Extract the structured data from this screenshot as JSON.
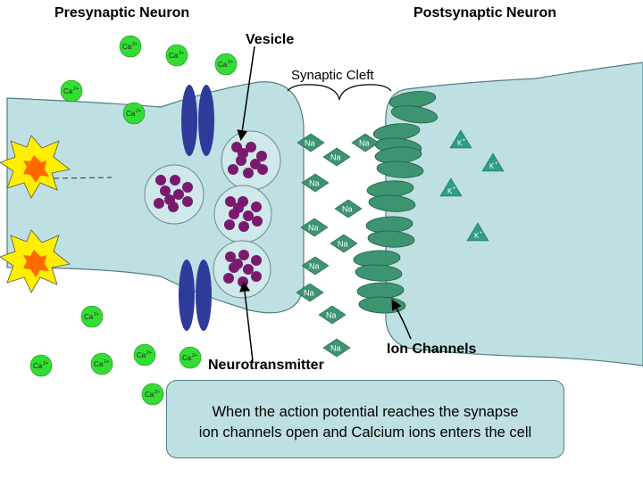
{
  "labels": {
    "presynaptic": "Presynaptic Neuron",
    "postsynaptic": "Postsynaptic Neuron",
    "vesicle": "Vesicle",
    "cleft": "Synaptic Cleft",
    "neurotransmitter": "Neurotransmitter",
    "ion_channels": "Ion Channels"
  },
  "ions": {
    "calcium": "Ca",
    "calcium_charge": "2+",
    "sodium": "Na",
    "potassium": "K",
    "potassium_charge": "+"
  },
  "caption": {
    "line1": "When the action potential reaches the synapse",
    "line2": "ion channels open and Calcium ions enters the cell"
  },
  "colors": {
    "cell_fill": "#bfe0e3",
    "cell_stroke": "#4f7f86",
    "calcium": "#33dd33",
    "sodium": "#3d9470",
    "potassium": "#2e9e86",
    "vesicle_dots": "#7a1a6e",
    "channel_pre": "#2f3b9a",
    "channel_post": "#3d9470",
    "spark_outer": "#ffee00",
    "spark_inner": "#ff6a00"
  }
}
